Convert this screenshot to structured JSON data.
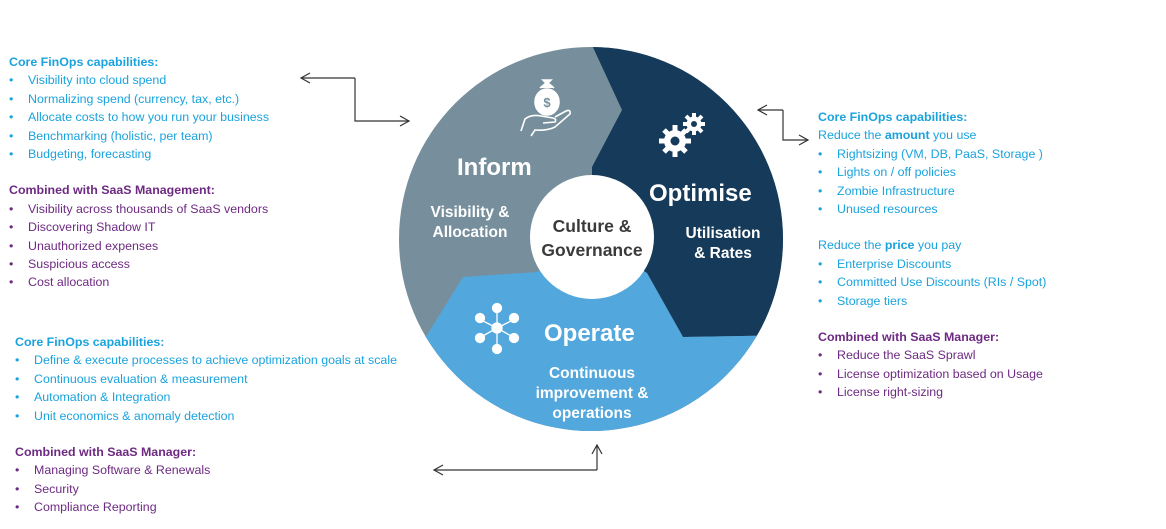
{
  "cycle": {
    "center": {
      "line1": "Culture &",
      "line2": "Governance"
    },
    "inform": {
      "title": "Inform",
      "sub1": "Visibility &",
      "sub2": "Allocation",
      "icon": "money-bag-hand-icon",
      "color": "#778f9c"
    },
    "optimise": {
      "title": "Optimise",
      "sub1": "Utilisation",
      "sub2": "& Rates",
      "icon": "gears-icon",
      "color": "#163a5a"
    },
    "operate": {
      "title": "Operate",
      "sub1": "Continuous",
      "sub2": "improvement &",
      "sub3": "operations",
      "icon": "people-network-icon",
      "color": "#52a7dc"
    }
  },
  "inform_panel": {
    "core_heading": "Core FinOps capabilities:",
    "core_items": [
      "Visibility into cloud spend",
      "Normalizing spend (currency, tax, etc.)",
      "Allocate costs to how you run your business",
      "Benchmarking (holistic, per team)",
      "Budgeting, forecasting"
    ],
    "saas_heading": "Combined with SaaS Management:",
    "saas_items": [
      "Visibility across thousands of SaaS vendors",
      "Discovering Shadow IT",
      "Unauthorized expenses",
      "Suspicious access",
      "Cost allocation"
    ]
  },
  "optimise_panel": {
    "core_heading": "Core FinOps capabilities:",
    "amount_pre": "Reduce the ",
    "amount_bold": "amount",
    "amount_post": " you use",
    "amount_items": [
      "Rightsizing (VM, DB, PaaS, Storage )",
      "Lights on / off policies",
      "Zombie Infrastructure",
      "Unused resources"
    ],
    "price_pre": "Reduce the ",
    "price_bold": "price",
    "price_post": " you pay",
    "price_items": [
      "Enterprise Discounts",
      "Committed Use Discounts (RIs / Spot)",
      "Storage tiers"
    ],
    "saas_heading": "Combined with SaaS Manager:",
    "saas_items": [
      "Reduce the SaaS Sprawl",
      "License optimization based on Usage",
      "License right-sizing"
    ]
  },
  "operate_panel": {
    "core_heading": "Core FinOps capabilities:",
    "core_items": [
      "Define & execute processes to achieve optimization goals at scale",
      "Continuous evaluation & measurement",
      "Automation & Integration",
      "Unit economics & anomaly detection"
    ],
    "saas_heading": "Combined with SaaS Manager:",
    "saas_items": [
      "Managing Software & Renewals",
      "Security",
      "Compliance Reporting"
    ]
  },
  "colors": {
    "core_text": "#1aa3dd",
    "saas_text": "#6e2a82",
    "arrow": "#333333"
  }
}
